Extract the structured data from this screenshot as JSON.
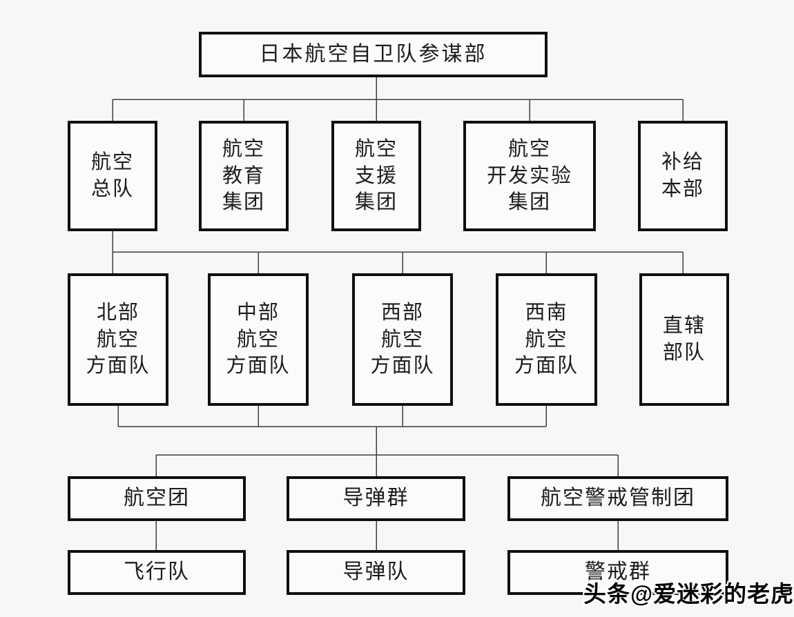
{
  "colors": {
    "background": "#f7f7f7",
    "box_fill": "#fbfbfb",
    "box_border": "#0f0f0f",
    "connector_line": "#3d3d3d",
    "text": "#1c1c1c",
    "watermark_text": "#050505",
    "watermark_outline": "#ffffff"
  },
  "org": {
    "root": {
      "label": "日本航空自卫队参谋部"
    },
    "level2": {
      "air_defense_command": {
        "label": "航空\n总队"
      },
      "air_training_command": {
        "label": "航空\n教育\n集团"
      },
      "air_support_command": {
        "label": "航空\n支援\n集团"
      },
      "air_development_test_command": {
        "label": "航空\n开发实验\n集团"
      },
      "supply_headquarters": {
        "label": "补给\n本部"
      }
    },
    "level3": {
      "northern_air_force": {
        "label": "北部\n航空\n方面队"
      },
      "central_air_force": {
        "label": "中部\n航空\n方面队"
      },
      "western_air_force": {
        "label": "西部\n航空\n方面队"
      },
      "southwestern_air_force": {
        "label": "西南\n航空\n方面队"
      },
      "direct_units": {
        "label": "直辖\n部队"
      }
    },
    "level4": {
      "air_wing": {
        "label": "航空团"
      },
      "missile_group": {
        "label": "导弹群"
      },
      "air_warning_control_wing": {
        "label": "航空警戒管制团"
      }
    },
    "level5": {
      "flight_squadron": {
        "label": "飞行队"
      },
      "missile_squadron": {
        "label": "导弹队"
      },
      "warning_group": {
        "label": "警戒群"
      }
    }
  },
  "watermark": {
    "text": "头条@爱迷彩的老虎"
  }
}
